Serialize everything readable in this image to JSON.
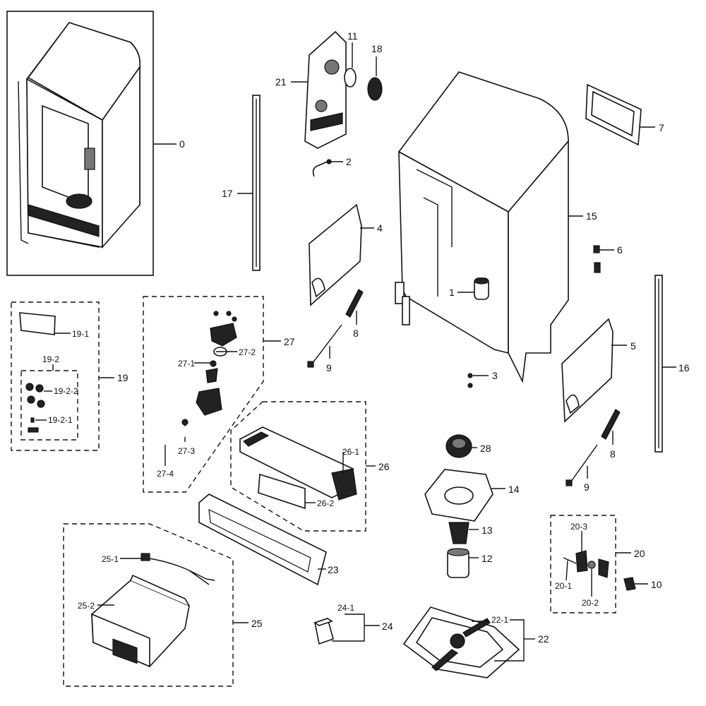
{
  "callouts": {
    "c0": "0",
    "c1": "1",
    "c2": "2",
    "c3": "3",
    "c4": "4",
    "c5": "5",
    "c6": "6",
    "c7": "7",
    "c8a": "8",
    "c8b": "8",
    "c9a": "9",
    "c9b": "9",
    "c10": "10",
    "c11": "11",
    "c12": "12",
    "c13": "13",
    "c14": "14",
    "c15": "15",
    "c16": "16",
    "c17": "17",
    "c18": "18",
    "c19": "19",
    "c19_1": "19-1",
    "c19_2": "19-2",
    "c19_2_1": "19-2-1",
    "c19_2_2": "19-2-2",
    "c20": "20",
    "c20_1": "20-1",
    "c20_2": "20-2",
    "c20_3": "20-3",
    "c21": "21",
    "c22": "22",
    "c22_1": "22-1",
    "c23": "23",
    "c24": "24",
    "c24_1": "24-1",
    "c25": "25",
    "c25_1": "25-1",
    "c25_2": "25-2",
    "c26": "26",
    "c26_1": "26-1",
    "c26_2": "26-2",
    "c27": "27",
    "c27_1": "27-1",
    "c27_2": "27-2",
    "c27_3": "27-3",
    "c27_4": "27-4",
    "c28": "28"
  }
}
